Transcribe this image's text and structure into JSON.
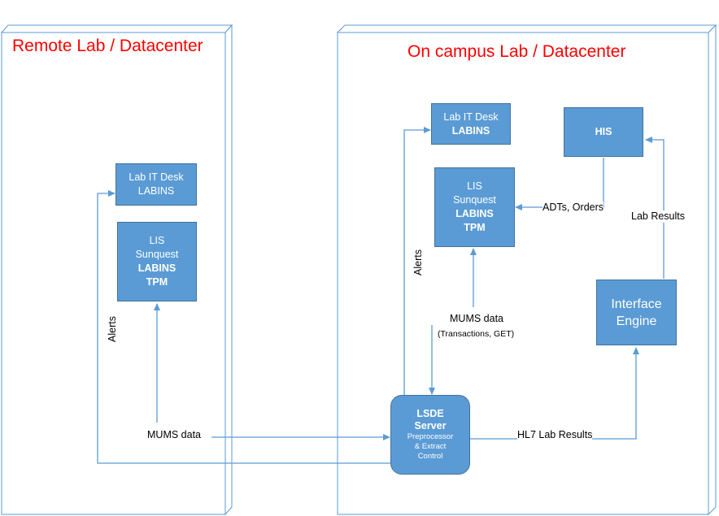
{
  "zones": {
    "remote_title": "Remote Lab / Datacenter",
    "campus_title": "On campus Lab / Datacenter"
  },
  "remote": {
    "it_desk": {
      "line1": "Lab IT Desk",
      "line2": "LABINS"
    },
    "lis": {
      "line1": "LIS",
      "line2": "Sunquest",
      "line3": "LABINS",
      "line4": "TPM"
    },
    "alerts_label": "Alerts",
    "mums_label": "MUMS data"
  },
  "campus": {
    "it_desk": {
      "line1": "Lab IT Desk",
      "line2": "LABINS"
    },
    "his": "HIS",
    "lis": {
      "line1": "LIS",
      "line2": "Sunquest",
      "line3": "LABINS",
      "line4": "TPM"
    },
    "interface_engine": {
      "line1": "Interface",
      "line2": "Engine"
    },
    "lsde": {
      "line1": "LSDE",
      "line2": "Server",
      "line3": "Preprocessor",
      "line4": "& Extract",
      "line5": "Control"
    },
    "alerts_label": "Alerts",
    "adt_label": "ADTs, Orders",
    "lab_results_label": "Lab Results",
    "mums_label": "MUMS data",
    "mums_sub": "(Transactions, GET)",
    "hl7_label": "HL7 Lab Results"
  },
  "colors": {
    "box_fill": "#5b9bd5",
    "box_border": "#41719c",
    "line": "#5b9bd5",
    "title": "#ff0000"
  }
}
